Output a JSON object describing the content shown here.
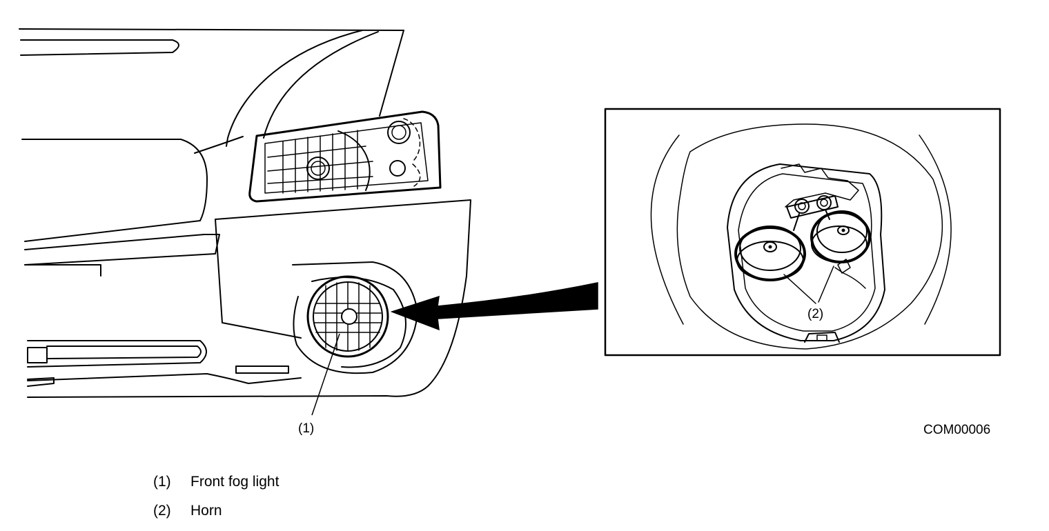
{
  "figure_code": "COM00006",
  "callouts": {
    "fog_light": "(1)",
    "horn": "(2)"
  },
  "legend": [
    {
      "number": "(1)",
      "text": "Front fog light"
    },
    {
      "number": "(2)",
      "text": "Horn"
    }
  ],
  "colors": {
    "line": "#000000",
    "background": "#ffffff"
  },
  "icons": {
    "arrow": "pointer-arrow-icon"
  }
}
